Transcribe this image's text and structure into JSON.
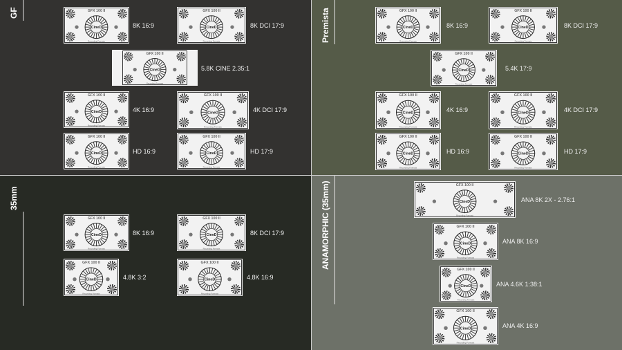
{
  "chart_text": {
    "brand": "GFX 100 II",
    "logo": "CineD",
    "caption": "Recording Formats"
  },
  "colors": {
    "gf_bg": "#333230",
    "premista_bg": "#555b48",
    "mm35_bg": "#272a24",
    "anamorphic_bg": "#6d7168",
    "card_white": "#f2f2f2",
    "frame_line": "#333333"
  },
  "sections": {
    "gf": {
      "title": "GF",
      "formats": [
        "8K 16:9",
        "8K DCI 17:9",
        "5.8K CINE 2.35:1",
        "4K 16:9",
        "4K DCI 17:9",
        "HD 16:9",
        "HD 17:9"
      ]
    },
    "premista": {
      "title": "Premista",
      "formats": [
        "8K 16:9",
        "8K DCI 17:9",
        "5.4K 17:9",
        "4K 16:9",
        "4K DCI 17:9",
        "HD 16:9",
        "HD 17:9"
      ]
    },
    "mm35": {
      "title": "35mm",
      "formats": [
        "8K 16:9",
        "8K DCI 17:9",
        "4.8K 3:2",
        "4.8K 16:9"
      ]
    },
    "anamorphic": {
      "title": "ANAMORPHIC (35mm)",
      "formats": [
        "ANA 8K 2X - 2.76:1",
        "ANA 8K 16:9",
        "ANA 4.6K 1:38:1",
        "ANA 4K 16:9"
      ]
    }
  }
}
